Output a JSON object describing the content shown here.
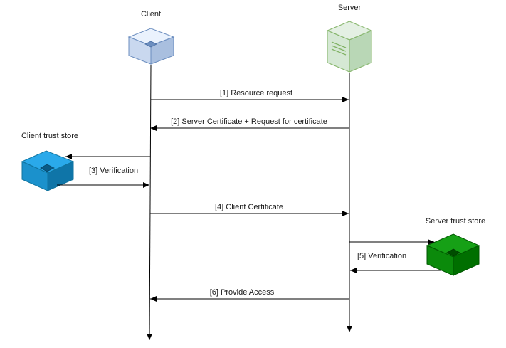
{
  "actors": {
    "client": {
      "label": "Client"
    },
    "server": {
      "label": "Server"
    },
    "client_store": {
      "label": "Client trust store"
    },
    "server_store": {
      "label": "Server trust store"
    }
  },
  "messages": [
    {
      "step": "[1] Resource request"
    },
    {
      "step": "[2] Server Certificate + Request for certificate"
    },
    {
      "step": "[3] Verification"
    },
    {
      "step": "[4] Client Certificate"
    },
    {
      "step": "[5] Verification"
    },
    {
      "step": "[6] Provide Access"
    }
  ],
  "colors": {
    "client_box": "#dae8fc",
    "server_box": "#d5e8d4",
    "client_store": "#1ba1e2",
    "server_store": "#008a00",
    "line": "#000000"
  }
}
